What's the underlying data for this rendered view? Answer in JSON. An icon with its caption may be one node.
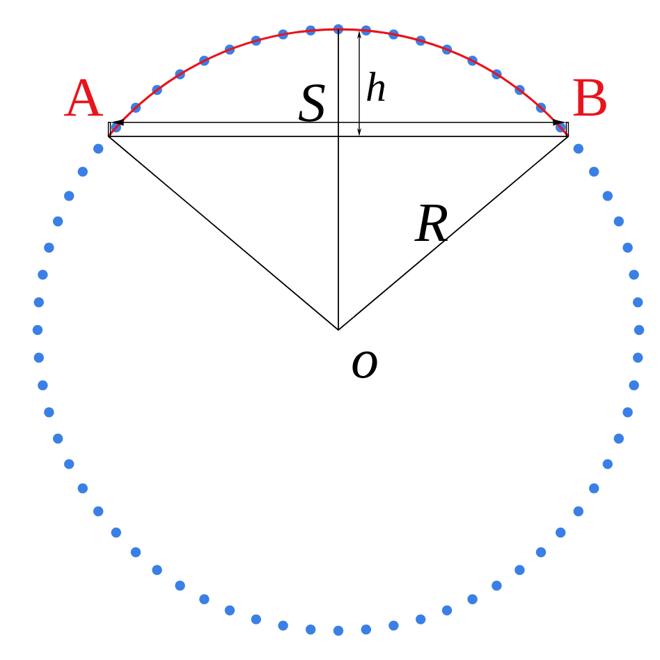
{
  "diagram": {
    "labels": [
      "A",
      "B",
      "S",
      "h",
      "R",
      "o"
    ]
  }
}
